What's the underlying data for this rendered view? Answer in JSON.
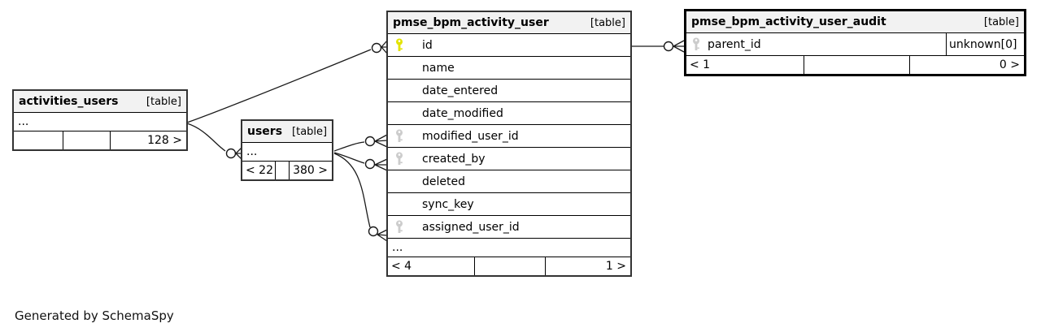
{
  "note": "Generated by SchemaSpy",
  "colors": {
    "header_bg": "#f2f2f2",
    "box_border": "#333333",
    "emphasis_border": "#000000",
    "primary_key_icon": "#e3e300",
    "foreign_key_icon": "#cccccc",
    "edge": "#1a1a1a"
  },
  "tables": [
    {
      "name": "activities_users",
      "badge": "[table]",
      "ellipsis": "...",
      "footer": [
        "",
        "",
        "128 >"
      ]
    },
    {
      "name": "users",
      "badge": "[table]",
      "ellipsis": "...",
      "footer": [
        "< 22",
        "",
        "380 >"
      ]
    },
    {
      "name": "pmse_bpm_activity_user",
      "badge": "[table]",
      "columns": [
        {
          "name": "id",
          "key": "primary"
        },
        {
          "name": "name",
          "key": ""
        },
        {
          "name": "date_entered",
          "key": ""
        },
        {
          "name": "date_modified",
          "key": ""
        },
        {
          "name": "modified_user_id",
          "key": "foreign"
        },
        {
          "name": "created_by",
          "key": "foreign"
        },
        {
          "name": "deleted",
          "key": ""
        },
        {
          "name": "sync_key",
          "key": ""
        },
        {
          "name": "assigned_user_id",
          "key": "foreign"
        }
      ],
      "ellipsis": "...",
      "footer": [
        "< 4",
        "",
        "1 >"
      ]
    },
    {
      "name": "pmse_bpm_activity_user_audit",
      "badge": "[table]",
      "columns": [
        {
          "name": "parent_id",
          "key": "foreign",
          "type": "unknown[0]"
        }
      ],
      "footer": [
        "< 1",
        "",
        "0 >"
      ]
    }
  ],
  "edges": [
    {
      "from": "activities_users",
      "to": "pmse_bpm_activity_user.id"
    },
    {
      "from": "activities_users",
      "to": "users"
    },
    {
      "from": "users",
      "to": "pmse_bpm_activity_user.modified_user_id"
    },
    {
      "from": "users",
      "to": "pmse_bpm_activity_user.created_by"
    },
    {
      "from": "users",
      "to": "pmse_bpm_activity_user.assigned_user_id"
    },
    {
      "from": "pmse_bpm_activity_user.id",
      "to": "pmse_bpm_activity_user_audit.parent_id"
    }
  ]
}
